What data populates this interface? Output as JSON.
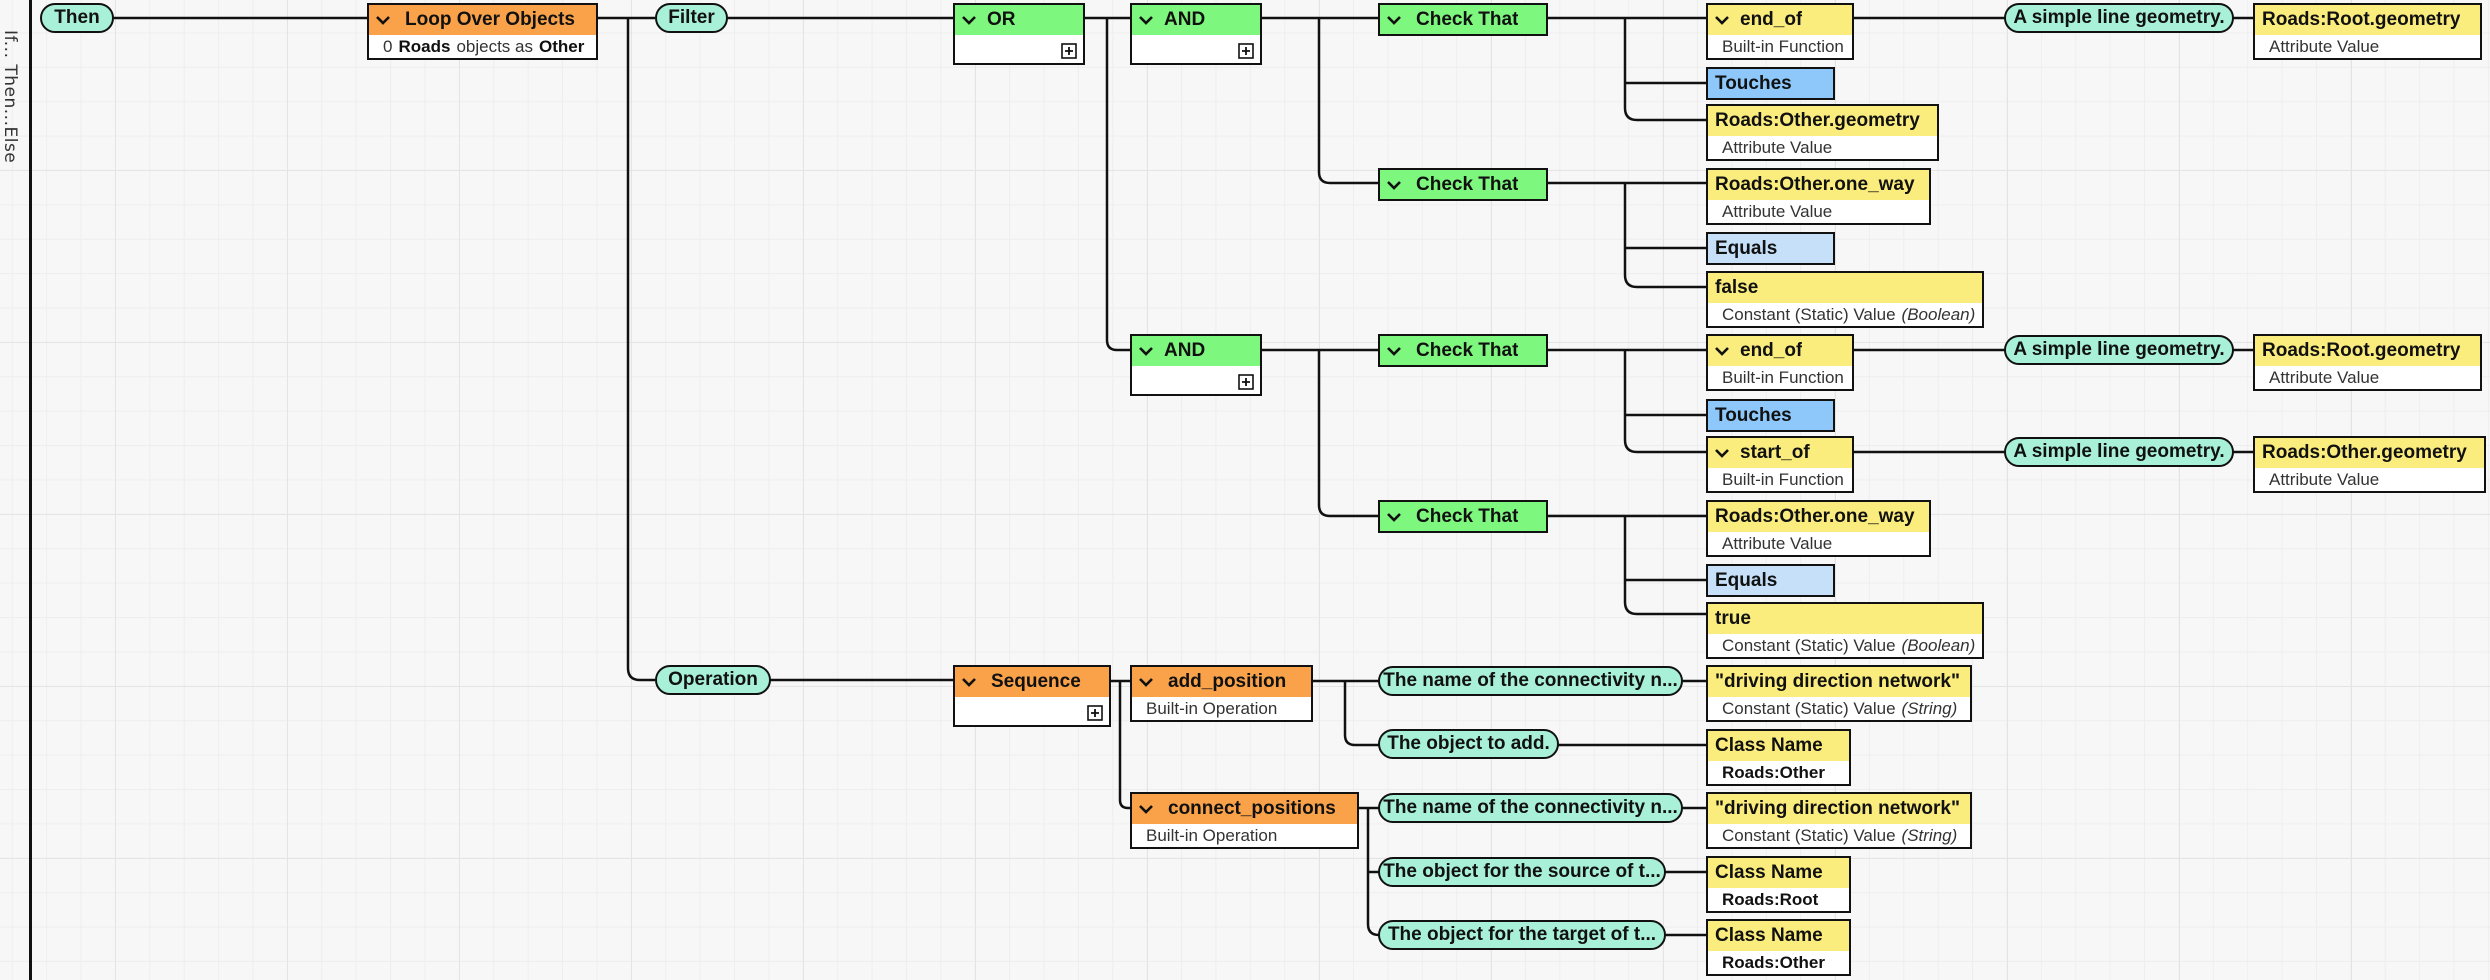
{
  "side_label": "If... Then...Else",
  "colors": {
    "grid": "#e4e4e4",
    "param_pill": "#a8f0d8",
    "logic_node": "#7ef77e",
    "operation_node": "#f9a24a",
    "value_node": "#fbed7d",
    "relation_node": "#8ec8fb",
    "comparator_node": "#c6e0f9",
    "wire": "#111111"
  },
  "nodes": {
    "then": {
      "label": "Then"
    },
    "loop": {
      "title": "Loop Over Objects",
      "count": "0",
      "class_name": "Roads",
      "mid_text": "objects as",
      "alias": "Other"
    },
    "filter": {
      "label": "Filter"
    },
    "operation": {
      "label": "Operation"
    },
    "or_node": {
      "title": "OR"
    },
    "and1": {
      "title": "AND"
    },
    "and2": {
      "title": "AND"
    },
    "check1": {
      "title": "Check That"
    },
    "check2": {
      "title": "Check That"
    },
    "check3": {
      "title": "Check That"
    },
    "check4": {
      "title": "Check That"
    },
    "c1_end_of": {
      "title": "end_of",
      "sub": "Built-in Function"
    },
    "c1_param": {
      "label": "A simple line geometry."
    },
    "c1_root_geom": {
      "title": "Roads:Root.geometry",
      "sub": "Attribute Value"
    },
    "c1_touches": {
      "title": "Touches"
    },
    "c1_other_geom": {
      "title": "Roads:Other.geometry",
      "sub": "Attribute Value"
    },
    "c2_one_way": {
      "title": "Roads:Other.one_way",
      "sub": "Attribute Value"
    },
    "c2_equals": {
      "title": "Equals"
    },
    "c2_false": {
      "title": "false",
      "sub": "Constant (Static) Value",
      "sub_em": "(Boolean)"
    },
    "c3_end_of": {
      "title": "end_of",
      "sub": "Built-in Function"
    },
    "c3_param": {
      "label": "A simple line geometry."
    },
    "c3_root_geom": {
      "title": "Roads:Root.geometry",
      "sub": "Attribute Value"
    },
    "c3_touches": {
      "title": "Touches"
    },
    "c3_start_of": {
      "title": "start_of",
      "sub": "Built-in Function"
    },
    "c3_param2": {
      "label": "A simple line geometry."
    },
    "c3_other_geom": {
      "title": "Roads:Other.geometry",
      "sub": "Attribute Value"
    },
    "c4_one_way": {
      "title": "Roads:Other.one_way",
      "sub": "Attribute Value"
    },
    "c4_equals": {
      "title": "Equals"
    },
    "c4_true": {
      "title": "true",
      "sub": "Constant (Static) Value",
      "sub_em": "(Boolean)"
    },
    "sequence": {
      "title": "Sequence"
    },
    "add_position": {
      "title": "add_position",
      "sub": "Built-in Operation"
    },
    "ap_param_network": {
      "label": "The name of the connectivity n..."
    },
    "ap_network_value": {
      "title": "\"driving direction network\"",
      "sub": "Constant (Static) Value",
      "sub_em": "(String)"
    },
    "ap_param_object": {
      "label": "The object to add."
    },
    "ap_class": {
      "title": "Class Name",
      "sub": "Roads:Other"
    },
    "connect_positions": {
      "title": "connect_positions",
      "sub": "Built-in Operation"
    },
    "cp_param_network": {
      "label": "The name of the connectivity n..."
    },
    "cp_network_value": {
      "title": "\"driving direction network\"",
      "sub": "Constant (Static) Value",
      "sub_em": "(String)"
    },
    "cp_param_source": {
      "label": "The object for the source of t..."
    },
    "cp_source_class": {
      "title": "Class Name",
      "sub": "Roads:Root"
    },
    "cp_param_target": {
      "label": "The object for the target of t..."
    },
    "cp_target_class": {
      "title": "Class Name",
      "sub": "Roads:Other"
    }
  }
}
